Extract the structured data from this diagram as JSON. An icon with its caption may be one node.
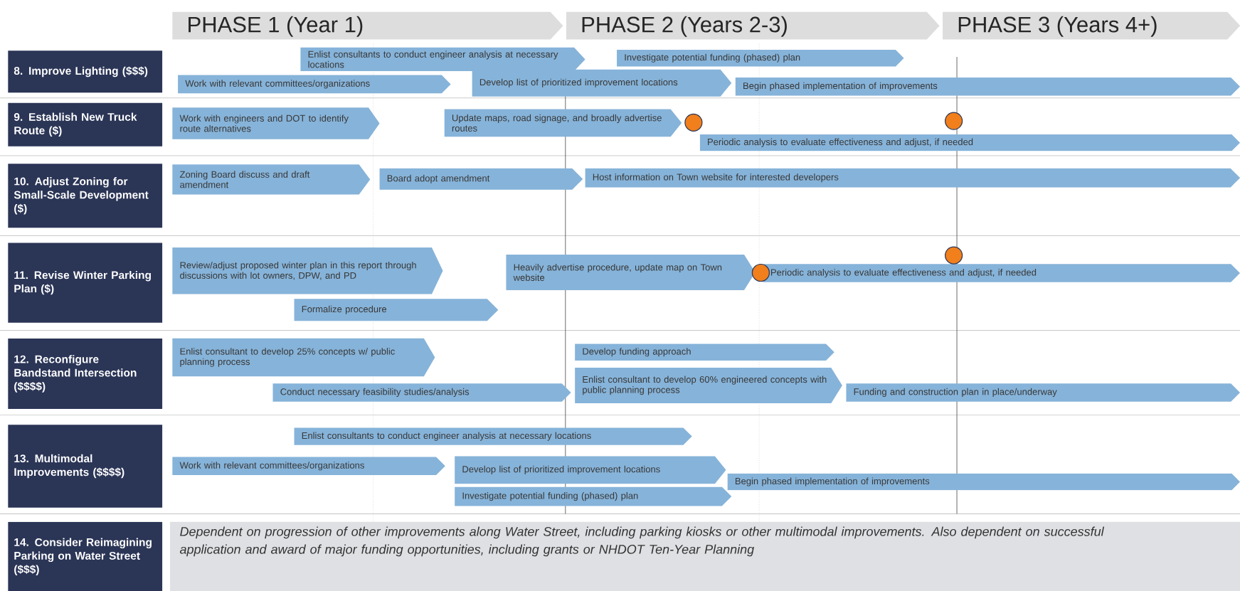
{
  "diagram": {
    "nodes": [
      {
        "text": [
          "PHASE 1  (Year 1)"
        ]
      },
      {
        "text": [
          "PHASE 2 (Years 2-3)"
        ]
      },
      {
        "text": [
          "PHASE 3 (Years 4+)"
        ]
      },
      {
        "text": [
          "8. Improve Lighting ($$$)"
        ]
      },
      {
        "text": [
          "Enlist consultants to conduct engineer analysis at necessary locations"
        ]
      },
      {
        "text": [
          "Investigate potential funding (phased) plan"
        ]
      },
      {
        "text": [
          "Develop list of prioritized improvement locations"
        ]
      },
      {
        "text": [
          "Work with relevant committees/organizations"
        ]
      },
      {
        "text": [
          "Begin phased implementation of improvements"
        ]
      },
      {
        "text": [
          "9. Establish New Truck Route ($)"
        ]
      },
      {
        "text": [
          "Work with engineers and DOT to identify route alternatives"
        ]
      },
      {
        "text": [
          "Update maps, road signage, and broadly advertise routes"
        ]
      },
      {
        "text": [],
        "shape": "circle"
      },
      {
        "text": [],
        "shape": "circle"
      },
      {
        "text": [
          "Periodic analysis to evaluate effectiveness and adjust, if needed"
        ]
      },
      {
        "text": [
          "10. Adjust Zoning for Small-Scale Development ($)"
        ]
      },
      {
        "text": [
          "Zoning Board discuss and draft amendment"
        ]
      },
      {
        "text": [
          "Board adopt amendment"
        ]
      },
      {
        "text": [
          "Host information on Town website for interested developers"
        ]
      },
      {
        "text": [
          "11. Revise Winter Parking Plan ($)"
        ]
      },
      {
        "text": [
          "Review/adjust proposed winter plan in this report through discussions with lot owners, DPW, and PD"
        ]
      },
      {
        "text": [],
        "shape": "circle"
      },
      {
        "text": [
          "Heavily advertise procedure, update map on Town website"
        ]
      },
      {
        "text": [],
        "shape": "circle"
      },
      {
        "text": [
          "Periodic analysis to evaluate effectiveness and adjust, if needed"
        ]
      },
      {
        "text": [
          "Formalize procedure"
        ]
      },
      {
        "text": [
          "12. Reconfigure Bandstand Intersection ($$$$)"
        ]
      },
      {
        "text": [
          "Enlist consultant to develop 25% concepts w/ public planning process"
        ]
      },
      {
        "text": [
          "Develop funding approach"
        ]
      },
      {
        "text": [
          "Enlist consultant to develop 60% engineered concepts with public planning process"
        ]
      },
      {
        "text": [
          "Conduct necessary feasibility studies/analysis"
        ]
      },
      {
        "text": [
          "Funding and construction plan in place/underway"
        ]
      },
      {
        "text": [
          "13. Multimodal Improvements ($$$$)"
        ]
      },
      {
        "text": [
          "Enlist consultants to conduct engineer analysis at necessary locations"
        ]
      },
      {
        "text": [
          "Develop list of prioritized improvement locations"
        ]
      },
      {
        "text": [
          "Work with relevant committees/organizations"
        ]
      },
      {
        "text": [
          "Begin phased implementation of improvements"
        ]
      },
      {
        "text": [
          "Investigate potential funding (phased) plan"
        ]
      },
      {
        "text": [
          "14. Consider Reimagining Parking on Water Street ($$$)"
        ]
      },
      {
        "text": [
          "Dependent on progression of other improvements along Water Street, including parking kiosks or other multimodal improvements. Also dependent on successful application and award of major funding opportunities, including grants or NHDOT Ten-Year Planning"
        ]
      }
    ]
  }
}
